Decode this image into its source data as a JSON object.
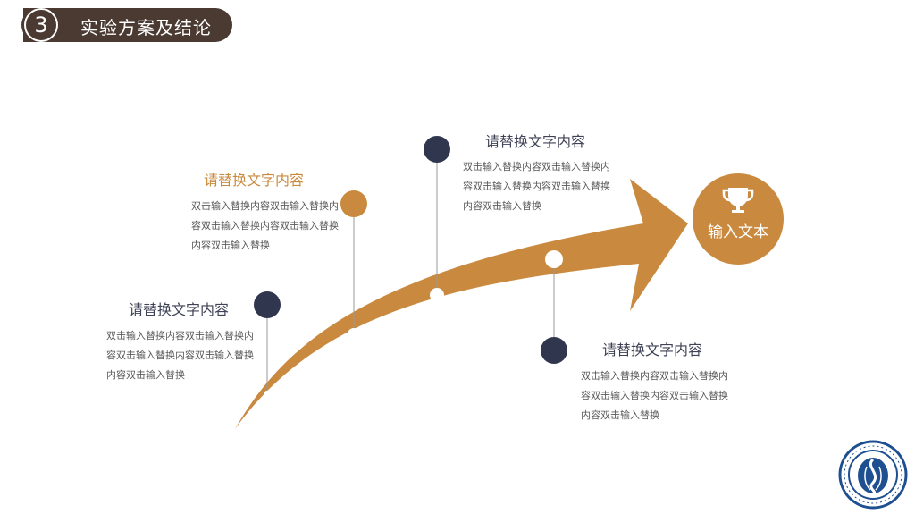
{
  "header": {
    "section_number": "3",
    "title": "实验方案及结论"
  },
  "colors": {
    "accent": "#c98a3f",
    "navy": "#31364f",
    "header_bg": "#4a3a32",
    "logo_blue": "#1d4f91"
  },
  "steps": [
    {
      "heading": "请替换文字内容",
      "body": "双击输入替换内容双击输入替换内容双击输入替换内容双击输入替换内容双击输入替换",
      "dot_color": "navy"
    },
    {
      "heading": "请替换文字内容",
      "body": "双击输入替换内容双击输入替换内容双击输入替换内容双击输入替换内容双击输入替换",
      "dot_color": "orange"
    },
    {
      "heading": "请替换文字内容",
      "body": "双击输入替换内容双击输入替换内容双击输入替换内容双击输入替换内容双击输入替换",
      "dot_color": "navy"
    },
    {
      "heading": "请替换文字内容",
      "body": "双击输入替换内容双击输入替换内容双击输入替换内容双击输入替换内容双击输入替换",
      "dot_color": "navy"
    }
  ],
  "badge": {
    "label": "输入文本",
    "icon": "trophy-icon"
  },
  "logo": {
    "icon": "university-emblem-icon"
  }
}
